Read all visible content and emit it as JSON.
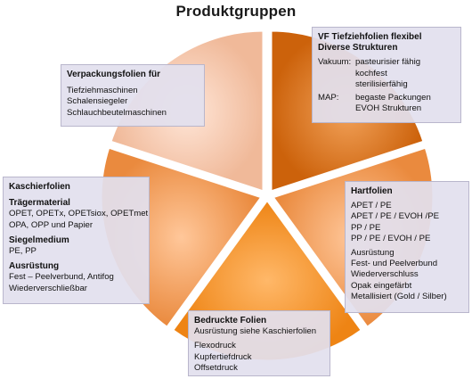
{
  "title": "Produktgruppen",
  "colors": {
    "light_slice": "#f2bfa6",
    "mid_slice": "#ee8f48",
    "dark_slice": "#d6690f",
    "bright_slice": "#f28a1c",
    "box_fill": "#e2e0ee"
  },
  "segments": {
    "vf": {
      "title_1": "VF Tiefziehfolien flexibel",
      "title_2": "Diverse Strukturen",
      "vakuum_label": "Vakuum:",
      "vakuum_lines": [
        "pasteurisier fähig",
        "kochfest",
        "sterilisierfähig"
      ],
      "map_label": "MAP:",
      "map_lines": [
        "begaste Packungen",
        "EVOH Strukturen"
      ]
    },
    "hart": {
      "title": "Hartfolien",
      "structures": [
        "APET / PE",
        "APET / PE / EVOH /PE",
        "PP / PE",
        "PP / PE / EVOH / PE"
      ],
      "ausruestung": [
        "Ausrüstung",
        "Fest- und Peelverbund",
        "Wiederverschluss",
        "Opak eingefärbt",
        "Metallisiert (Gold / Silber)"
      ]
    },
    "bedruckt": {
      "title": "Bedruckte Folien",
      "subtitle": "Ausrüstung siehe Kaschierfolien",
      "lines": [
        "Flexodruck",
        "Kupfertiefdruck",
        "Offsetdruck"
      ]
    },
    "kaschier": {
      "title": "Kaschierfolien",
      "traeger_title": "Trägermaterial",
      "traeger_lines": [
        "OPET, OPETx, OPETsiox, OPETmet",
        "OPA, OPP und Papier"
      ],
      "siegel_title": "Siegelmedium",
      "siegel_lines": [
        "PE, PP"
      ],
      "ausr_title": "Ausrüstung",
      "ausr_lines": [
        "Fest – Peelverbund,  Antifog",
        "Wiederverschließbar"
      ]
    },
    "verpackung": {
      "title": "Verpackungsfolien für",
      "lines": [
        "Tiefziehmaschinen",
        "Schalensiegeler",
        "Schlauchbeutelmaschinen"
      ]
    }
  }
}
